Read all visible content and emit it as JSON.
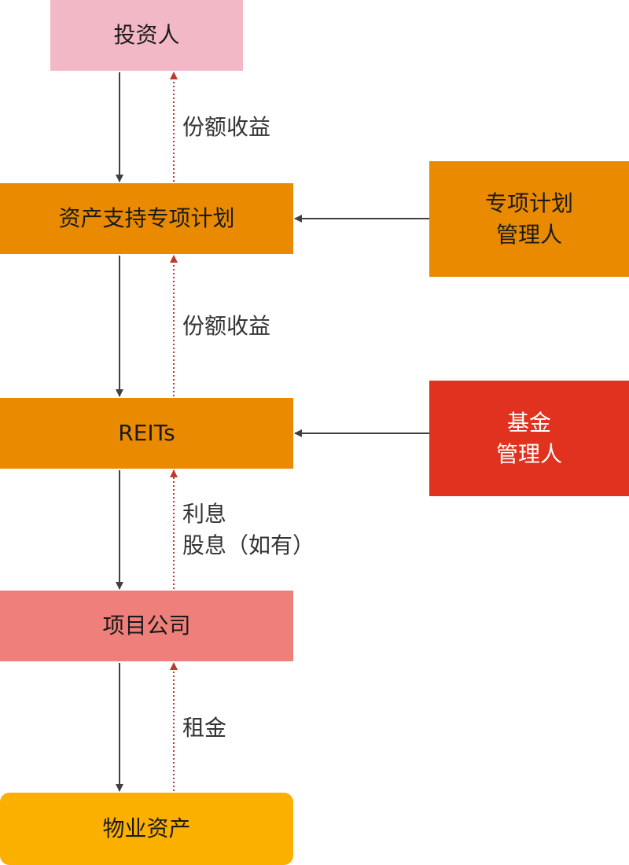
{
  "nodes": {
    "investor": {
      "label": "投资人",
      "color": "#f3b8c6"
    },
    "abs_plan": {
      "label": "资产支持专项计划",
      "color": "#e98a00"
    },
    "reits": {
      "label": "REITs",
      "color": "#e98a00"
    },
    "project_company": {
      "label": "项目公司",
      "color": "#ef7f7b"
    },
    "property_asset": {
      "label": "物业资产",
      "color": "#fbb000"
    },
    "plan_manager": {
      "label_line1": "专项计划",
      "label_line2": "管理人",
      "color": "#e98a00"
    },
    "fund_manager": {
      "label_line1": "基金",
      "label_line2": "管理人",
      "color": "#e0321e"
    }
  },
  "flows": {
    "plan_to_investor": "份额收益",
    "reits_to_plan": "份额收益",
    "company_to_reits_line1": "利息",
    "company_to_reits_line2": "股息（如有）",
    "property_to_company": "租金"
  },
  "colors": {
    "solid_arrow": "#404040",
    "dashed_arrow": "#c0392b"
  }
}
